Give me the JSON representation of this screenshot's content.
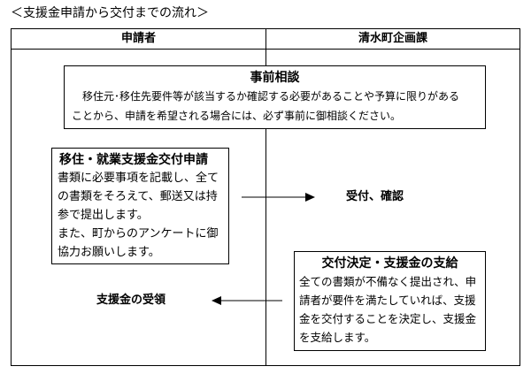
{
  "title": "＜支援金申請から交付までの流れ＞",
  "headers": {
    "applicant": "申請者",
    "town_office": "清水町企画課"
  },
  "consultation": {
    "title": "事前相談",
    "lines": [
      "移住元･移住先要件等が該当するか確認する必要があることや予算に限りがある",
      "ことから、申請を希望される場合には、必ず事前に御相談ください。"
    ]
  },
  "application": {
    "title": "移住・就業支援金交付申請",
    "lines": [
      "書類に必要事項を記載し、全て",
      "の書類をそろえて、郵送又は持",
      "参で提出します。",
      "また、町からのアンケートに御",
      "協力お願いします。"
    ]
  },
  "reception": {
    "label": "受付、確認"
  },
  "decision": {
    "title": "交付決定・支援金の支給",
    "lines": [
      "全ての書類が不備なく提出され、申",
      "請者が要件を満たしていれば、支援",
      "金を交付することを決定し、支援金",
      "を支給します。"
    ]
  },
  "receipt": {
    "label": "支援金の受領"
  },
  "colors": {
    "line": "#000000",
    "text": "#000000",
    "background": "#ffffff"
  }
}
